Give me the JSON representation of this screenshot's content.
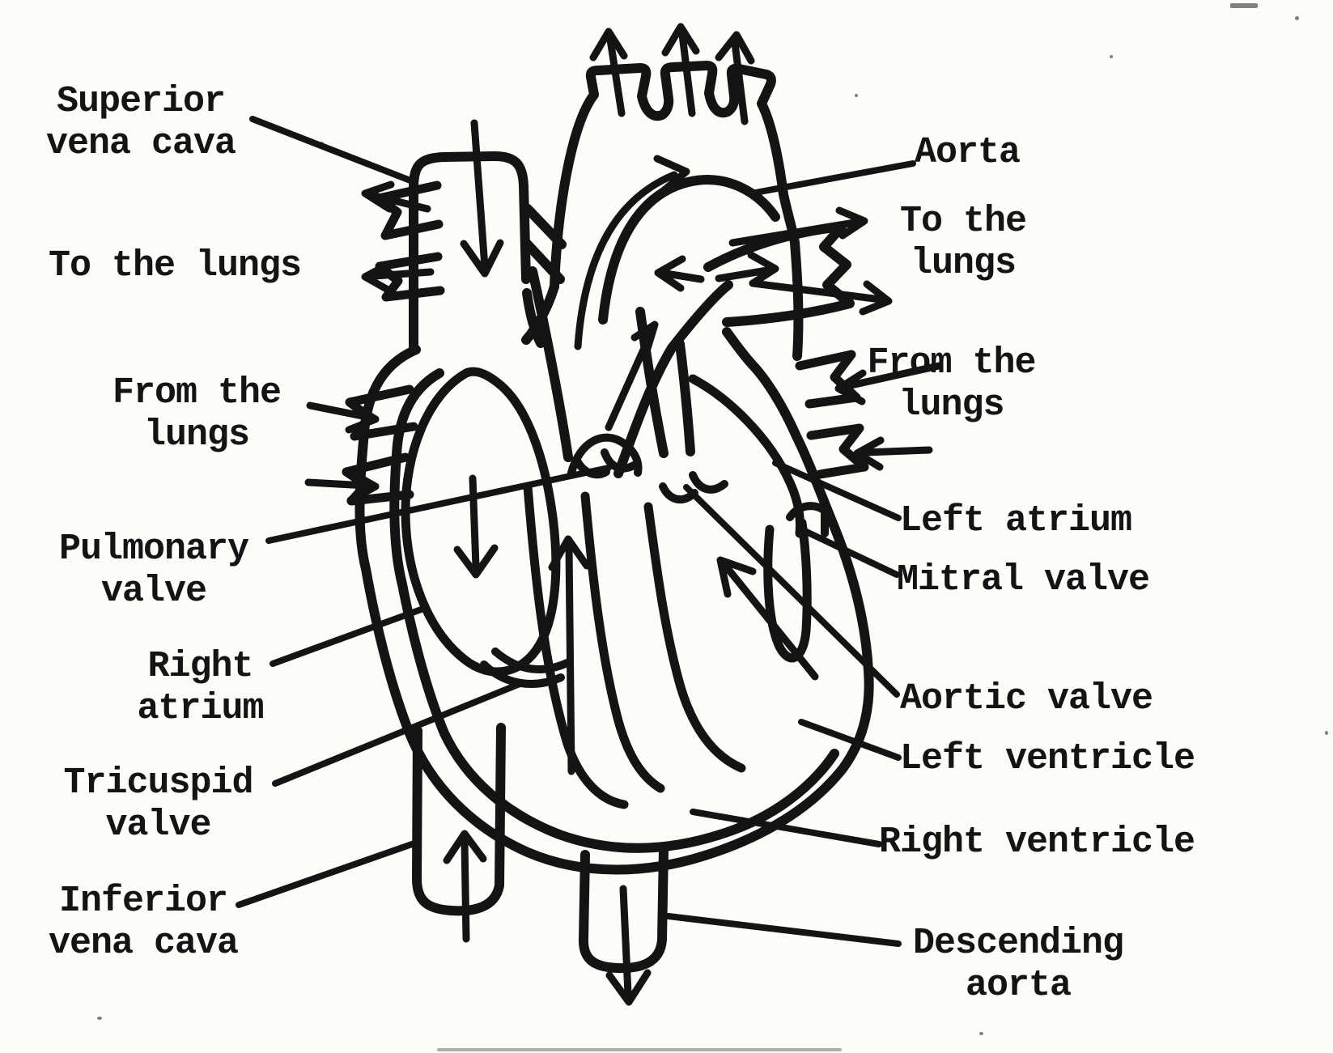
{
  "figure": {
    "type": "anatomical line diagram",
    "subject": "Human heart cross-section with blood-flow arrows",
    "ink_color": "#141414",
    "background_color": "#fcfcf9"
  },
  "labels": {
    "superior_vena_cava": "Superior\nvena cava",
    "to_the_lungs_left": "To the lungs",
    "from_the_lungs_left": "From the\nlungs",
    "pulmonary_valve": "Pulmonary\nvalve",
    "right_atrium": "Right\natrium",
    "tricuspid_valve": "Tricuspid\nvalve",
    "inferior_vena_cava": "Inferior\nvena cava",
    "aorta": "Aorta",
    "to_the_lungs_right": "To the\nlungs",
    "from_the_lungs_right": "From the\nlungs",
    "left_atrium": "Left atrium",
    "mitral_valve": "Mitral valve",
    "aortic_valve": "Aortic valve",
    "left_ventricle": "Left ventricle",
    "right_ventricle": "Right ventricle",
    "descending_aorta": "Descending\naorta"
  }
}
